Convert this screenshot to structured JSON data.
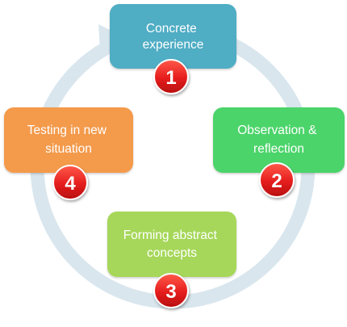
{
  "stages": [
    {
      "lines": [
        "Concrete",
        "experience"
      ],
      "number": "1",
      "color": "#4fadc4"
    },
    {
      "lines": [
        "Observation &",
        "reflection"
      ],
      "number": "2",
      "color": "#4cd46b"
    },
    {
      "lines": [
        "Forming abstract",
        "concepts"
      ],
      "number": "3",
      "color": "#a6d75a"
    },
    {
      "lines": [
        "Testing in new",
        "situation"
      ],
      "number": "4",
      "color": "#f49a4b"
    }
  ],
  "colors": {
    "cycle_arrow": "#d9e6ee",
    "badge": "#dd1b1b",
    "badge_outline": "#ffffff"
  }
}
